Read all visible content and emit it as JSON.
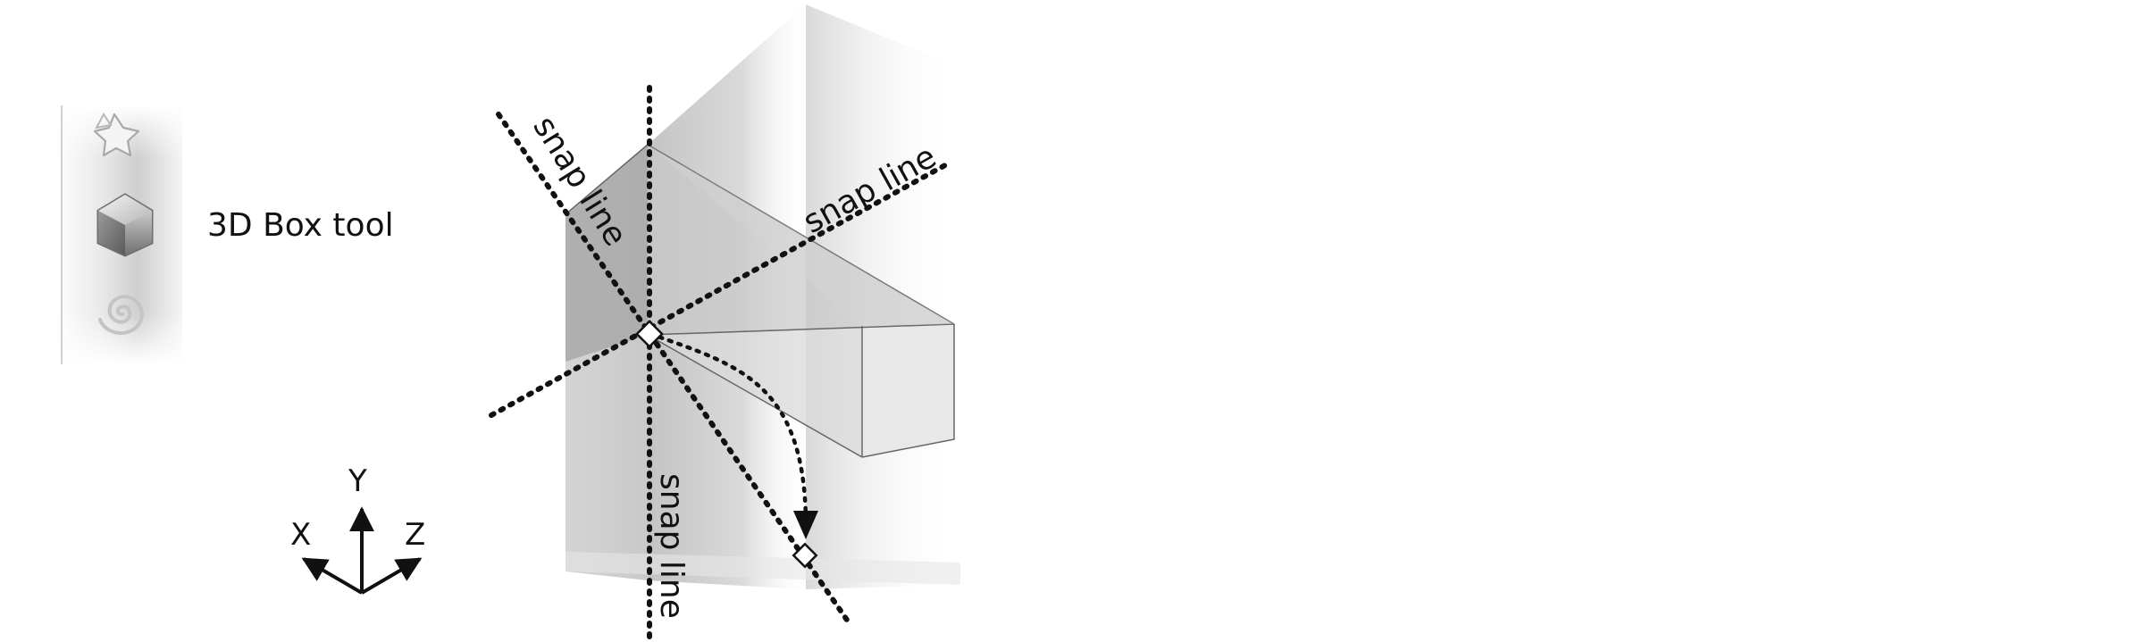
{
  "toolbar": {
    "tools": [
      {
        "icon": "star-tool-icon"
      },
      {
        "icon": "3d-box-tool-icon",
        "active": true
      },
      {
        "icon": "spiral-tool-icon"
      }
    ]
  },
  "callout": "3D Box tool",
  "axes": {
    "x": "X",
    "y": "Y",
    "z": "Z"
  },
  "snap_labels": {
    "diag_left": "snap line",
    "diag_right": "snap line",
    "vertical": "snap line"
  }
}
